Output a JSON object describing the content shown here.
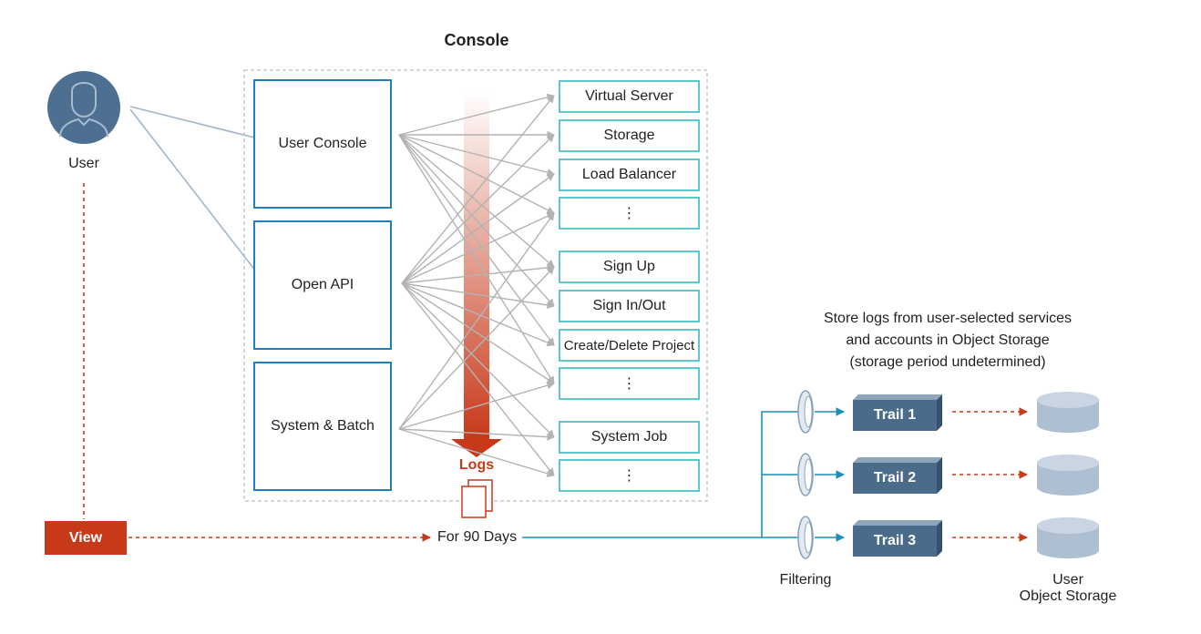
{
  "title": "Console",
  "user": {
    "label": "User"
  },
  "sources": [
    {
      "label": "User Console"
    },
    {
      "label": "Open API"
    },
    {
      "label": "System & Batch"
    }
  ],
  "services": [
    {
      "label": "Virtual Server"
    },
    {
      "label": "Storage"
    },
    {
      "label": "Load Balancer"
    },
    {
      "label": "⋮"
    },
    {
      "label": "Sign Up"
    },
    {
      "label": "Sign In/Out"
    },
    {
      "label": "Create/Delete Project"
    },
    {
      "label": "⋮"
    },
    {
      "label": "System Job"
    },
    {
      "label": "⋮"
    }
  ],
  "logs": {
    "label": "Logs"
  },
  "view_button": {
    "label": "View"
  },
  "retention": {
    "label": "For 90 Days"
  },
  "store_note": {
    "lines": [
      "Store logs from user-selected services",
      "and accounts in Object Storage",
      "(storage period undetermined)"
    ]
  },
  "filtering": {
    "label": "Filtering"
  },
  "trails": [
    {
      "label": "Trail 1"
    },
    {
      "label": "Trail 2"
    },
    {
      "label": "Trail 3"
    }
  ],
  "object_storage": {
    "line1": "User",
    "line2": "Object Storage"
  },
  "colors": {
    "source_border": "#1f7fbf",
    "service_border": "#5cc8cc",
    "accent_red": "#c8391a",
    "trail_fill": "#4a6b8a",
    "flow_blue": "#1b8fb8",
    "user_icon": "#4d6f91",
    "cylinder": "#aebfd1"
  }
}
